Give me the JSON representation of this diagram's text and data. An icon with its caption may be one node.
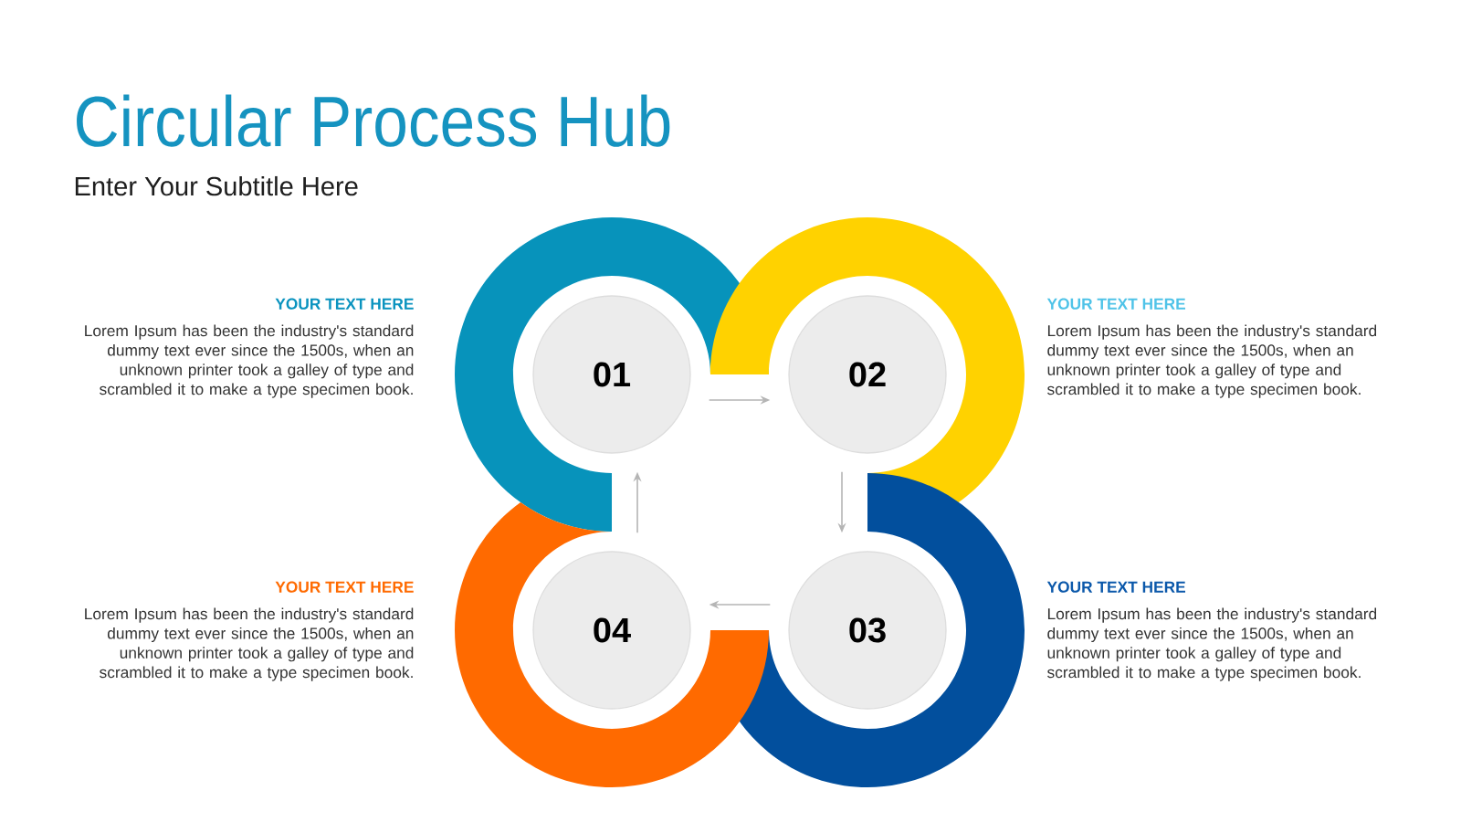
{
  "diagram": {
    "title": "Circular Process Hub",
    "nodes": [
      {
        "text": [
          "01"
        ],
        "beside": [
          "YOUR TEXT HERE",
          "Lorem Ipsum has been the industry's standard dummy text ever since the 1500s, when an unknown printer took a galley of type and scrambled it to make a type specimen book."
        ]
      },
      {
        "text": [
          "02"
        ],
        "beside": [
          "YOUR TEXT HERE",
          "Lorem Ipsum has been the industry's standard dummy text ever since the 1500s, when an unknown printer took a galley of type and scrambled it to make a type specimen book."
        ]
      },
      {
        "text": [
          "03"
        ],
        "beside": [
          "YOUR TEXT HERE",
          "Lorem Ipsum has been the industry's standard dummy text ever since the 1500s, when an unknown printer took a galley of type and scrambled it to make a type specimen book."
        ]
      },
      {
        "text": [
          "04"
        ],
        "beside": [
          "YOUR TEXT HERE",
          "Lorem Ipsum has been the industry's standard dummy text ever since the 1500s, when an unknown printer took a galley of type and scrambled it to make a type specimen book."
        ]
      }
    ],
    "edges": [
      {
        "from": 0,
        "to": 1,
        "arrow": "to"
      },
      {
        "from": 1,
        "to": 2,
        "arrow": "to"
      },
      {
        "from": 2,
        "to": 3,
        "arrow": "to"
      },
      {
        "from": 3,
        "to": 0,
        "arrow": "to"
      }
    ],
    "labels": [
      "Enter Your Subtitle Here"
    ]
  }
}
